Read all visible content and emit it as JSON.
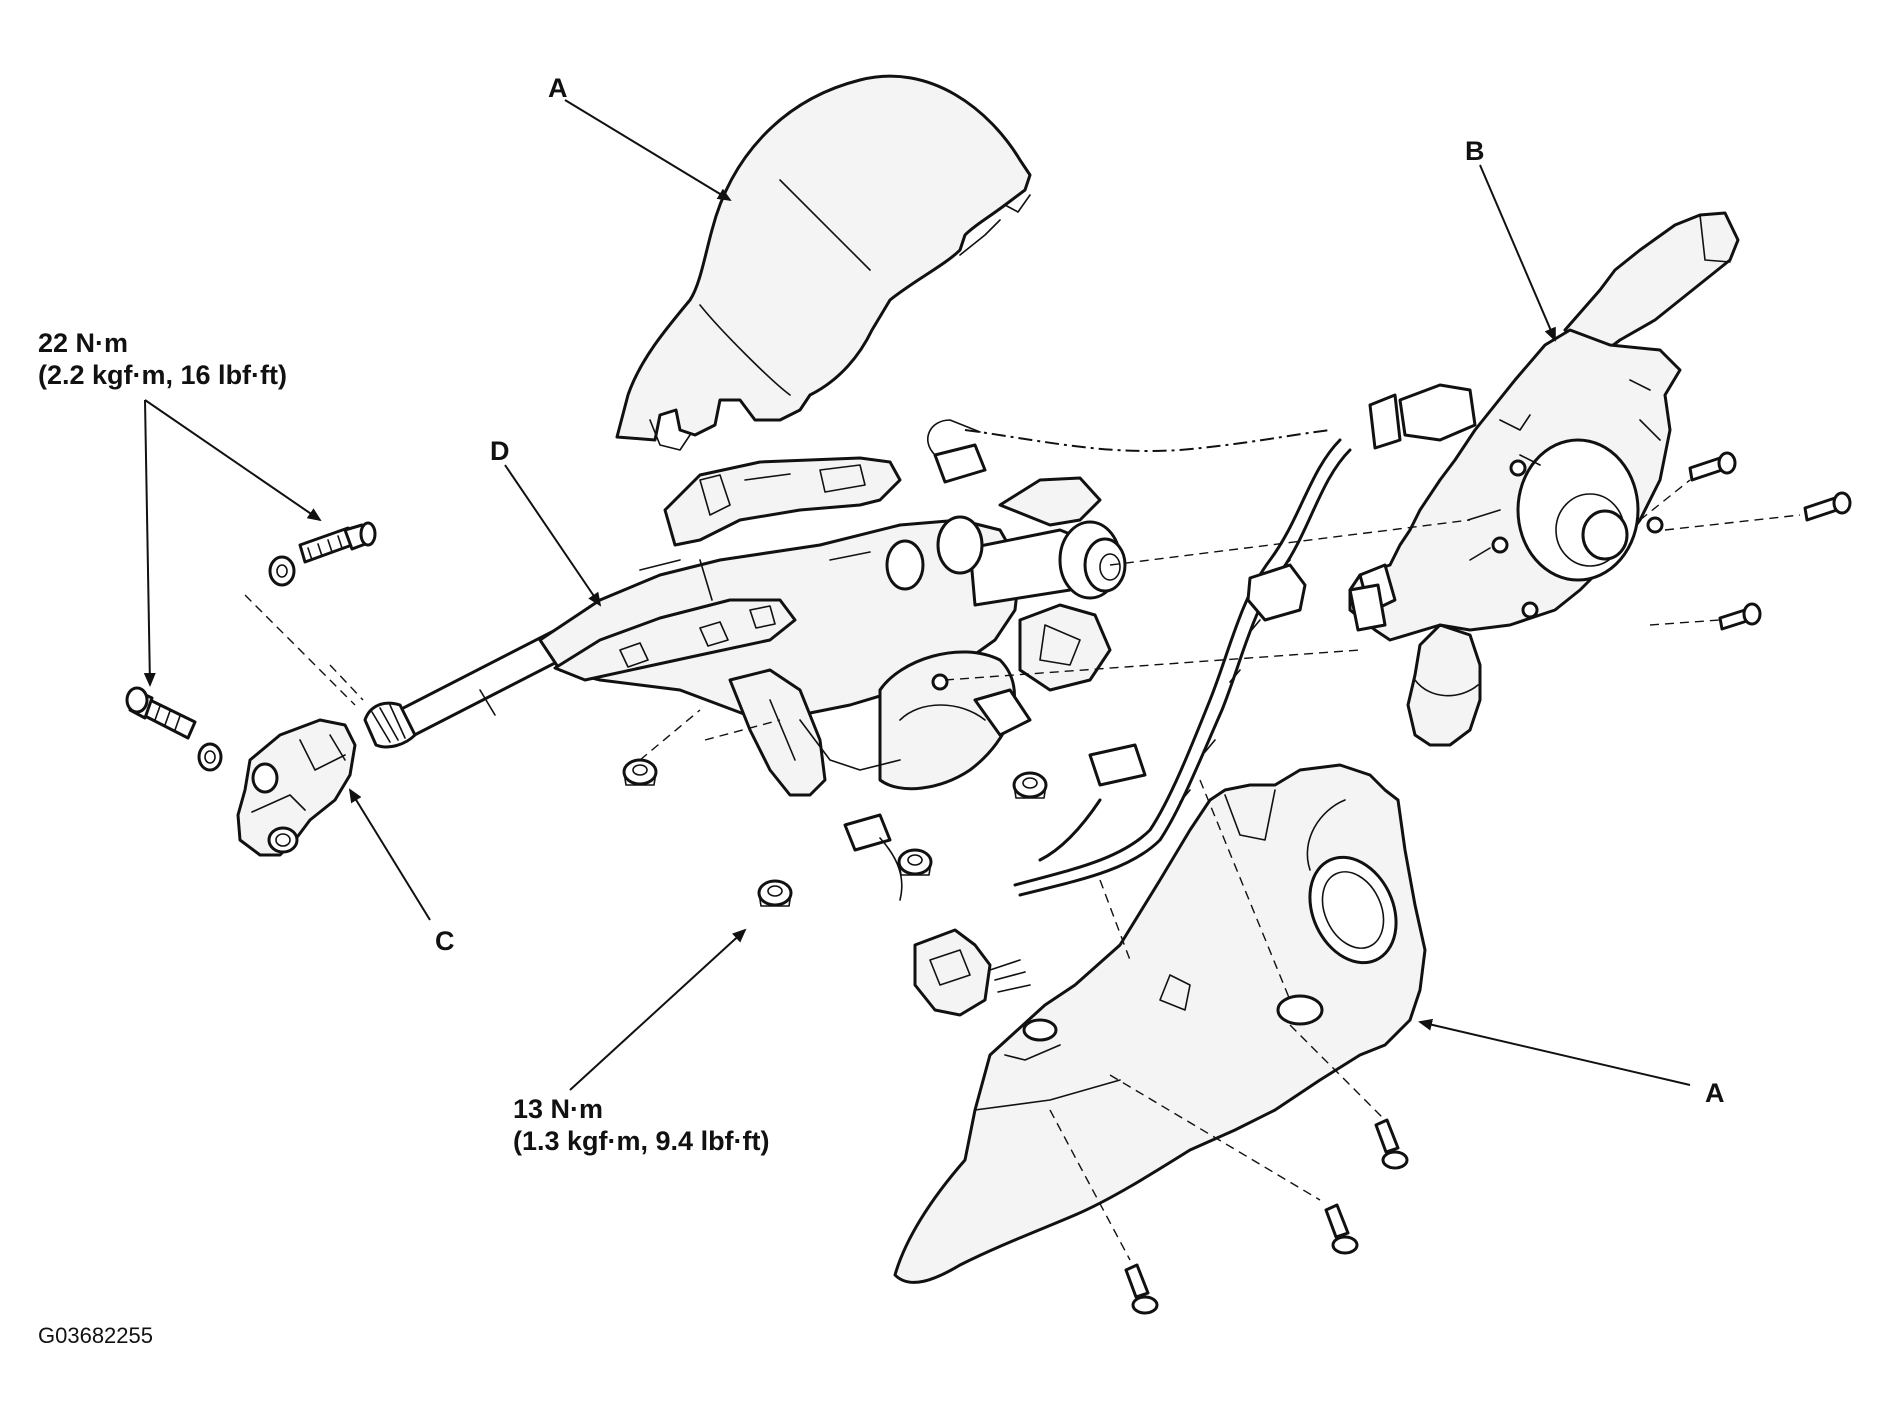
{
  "diagram": {
    "callouts": {
      "a_top": "A",
      "a_bottom": "A",
      "b": "B",
      "c": "C",
      "d": "D"
    },
    "torque_upper": {
      "line1": "22 N·m",
      "line2": "(2.2 kgf·m, 16 lbf·ft)"
    },
    "torque_lower": {
      "line1": "13 N·m",
      "line2": "(1.3 kgf·m, 9.4 lbf·ft)"
    },
    "figure_id": "G03682255"
  }
}
